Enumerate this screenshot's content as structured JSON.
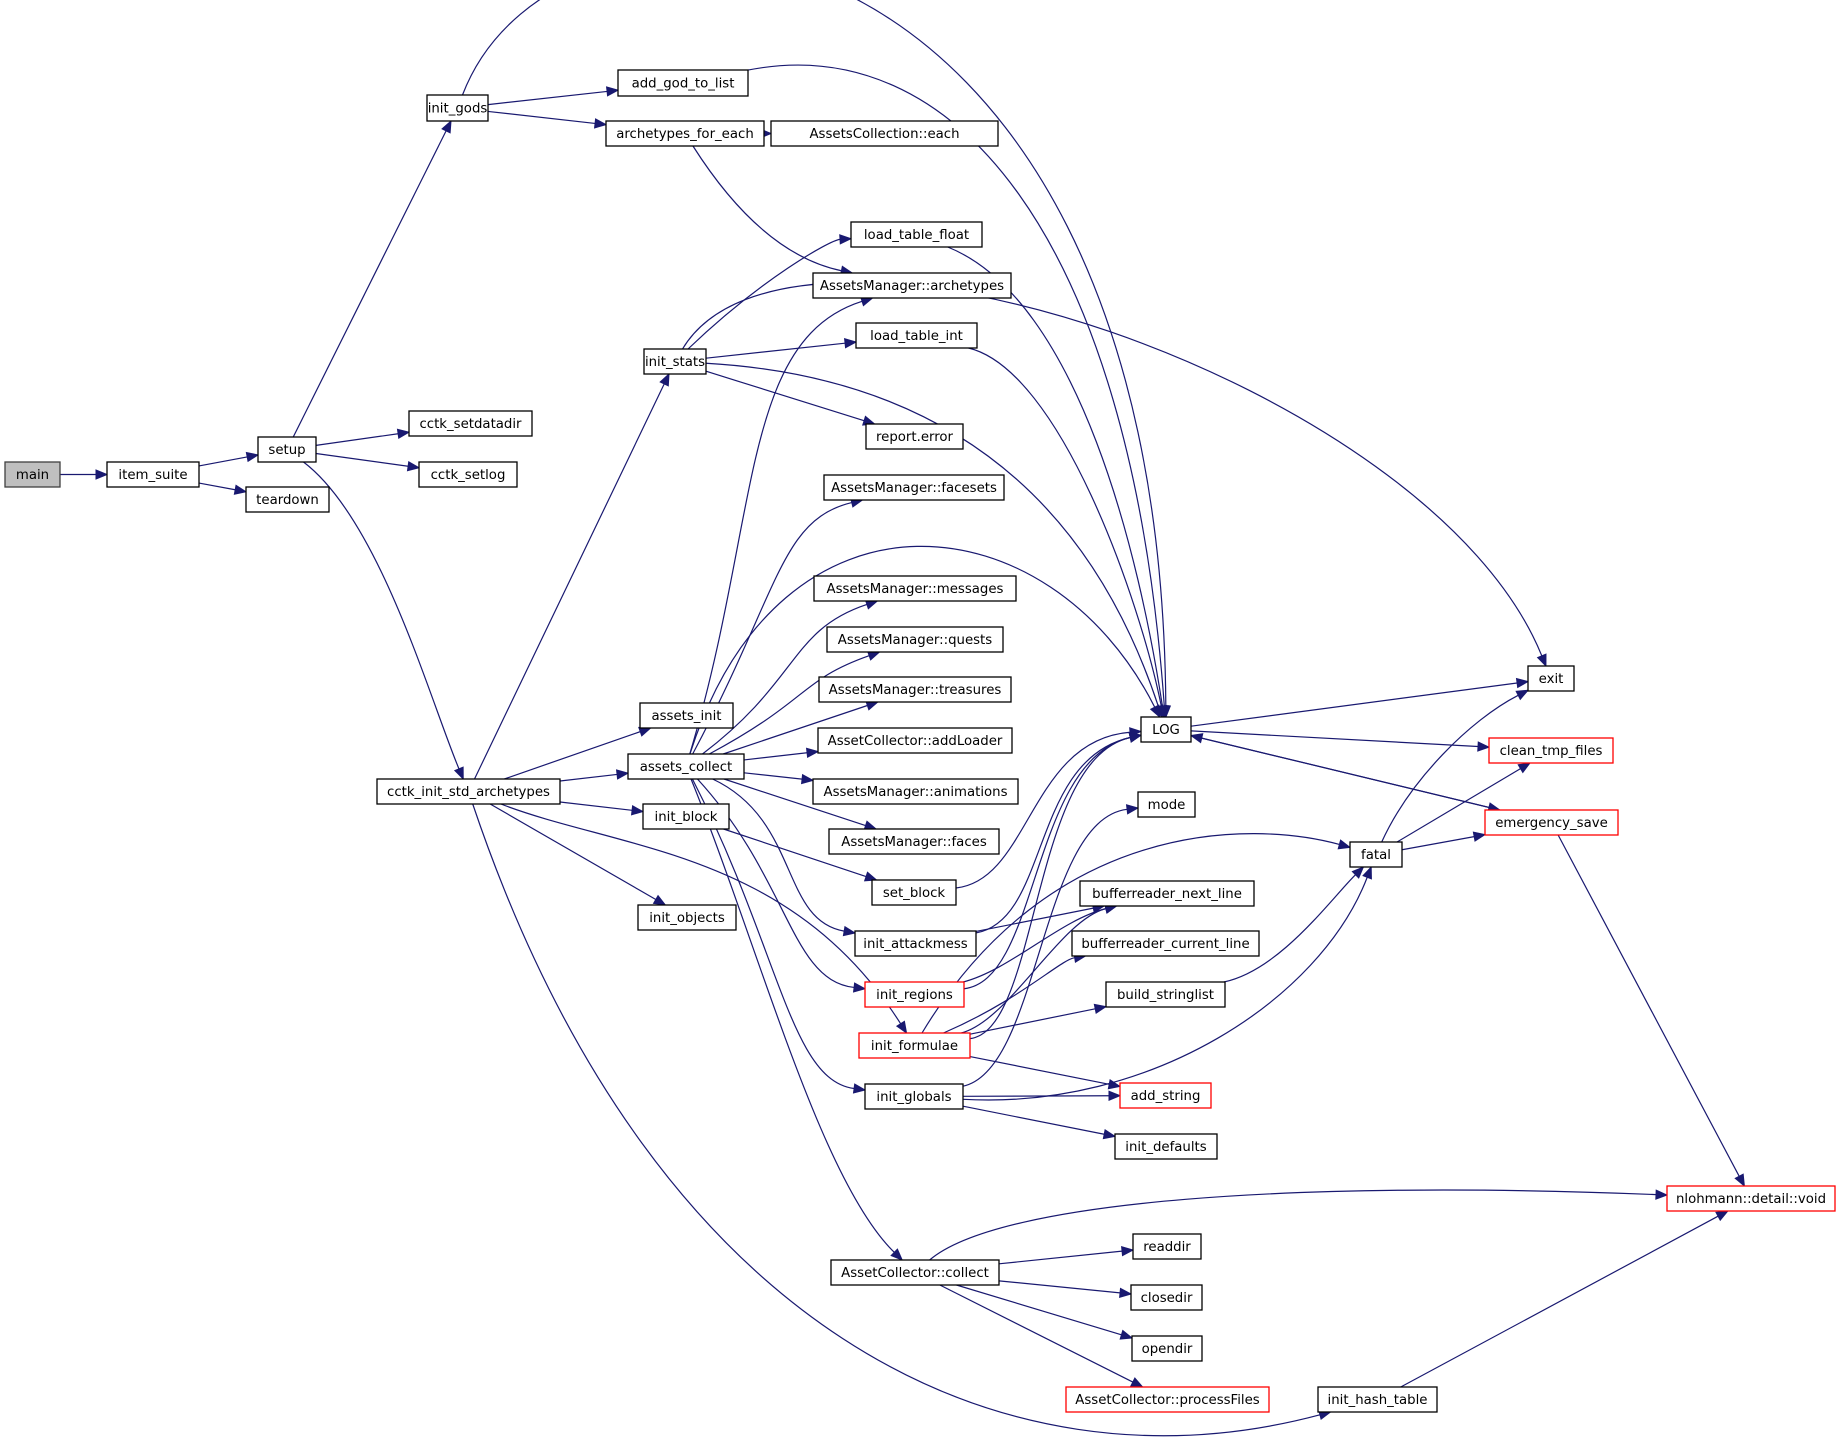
{
  "graph": {
    "title": "Call graph of main",
    "edge_color": "#191970",
    "highlight_color": "#ff0000",
    "root_fill": "#bfbfbf",
    "nodes": [
      {
        "id": "main",
        "label": "main",
        "style": "root"
      },
      {
        "id": "item_suite",
        "label": "item_suite",
        "style": "normal"
      },
      {
        "id": "setup",
        "label": "setup",
        "style": "normal"
      },
      {
        "id": "teardown",
        "label": "teardown",
        "style": "normal"
      },
      {
        "id": "init_gods",
        "label": "init_gods",
        "style": "normal"
      },
      {
        "id": "cctk_setdatadir",
        "label": "cctk_setdatadir",
        "style": "normal"
      },
      {
        "id": "cctk_setlog",
        "label": "cctk_setlog",
        "style": "normal"
      },
      {
        "id": "cctk_init_std_archetypes",
        "label": "cctk_init_std_archetypes",
        "style": "normal"
      },
      {
        "id": "add_god_to_list",
        "label": "add_god_to_list",
        "style": "normal"
      },
      {
        "id": "archetypes_for_each",
        "label": "archetypes_for_each",
        "style": "normal"
      },
      {
        "id": "AssetsCollection_each",
        "label": "AssetsCollection::each",
        "style": "normal"
      },
      {
        "id": "init_stats",
        "label": "init_stats",
        "style": "normal"
      },
      {
        "id": "load_table_float",
        "label": "load_table_float",
        "style": "normal"
      },
      {
        "id": "AssetsManager_archetypes",
        "label": "AssetsManager::archetypes",
        "style": "normal"
      },
      {
        "id": "load_table_int",
        "label": "load_table_int",
        "style": "normal"
      },
      {
        "id": "report_error",
        "label": "report.error",
        "style": "normal"
      },
      {
        "id": "AssetsManager_facesets",
        "label": "AssetsManager::facesets",
        "style": "normal"
      },
      {
        "id": "AssetsManager_messages",
        "label": "AssetsManager::messages",
        "style": "normal"
      },
      {
        "id": "AssetsManager_quests",
        "label": "AssetsManager::quests",
        "style": "normal"
      },
      {
        "id": "AssetsManager_treasures",
        "label": "AssetsManager::treasures",
        "style": "normal"
      },
      {
        "id": "AssetCollector_addLoader",
        "label": "AssetCollector::addLoader",
        "style": "normal"
      },
      {
        "id": "AssetsManager_animations",
        "label": "AssetsManager::animations",
        "style": "normal"
      },
      {
        "id": "AssetsManager_faces",
        "label": "AssetsManager::faces",
        "style": "normal"
      },
      {
        "id": "assets_init",
        "label": "assets_init",
        "style": "normal"
      },
      {
        "id": "assets_collect",
        "label": "assets_collect",
        "style": "normal"
      },
      {
        "id": "init_block",
        "label": "init_block",
        "style": "normal"
      },
      {
        "id": "init_objects",
        "label": "init_objects",
        "style": "normal"
      },
      {
        "id": "set_block",
        "label": "set_block",
        "style": "normal"
      },
      {
        "id": "init_attackmess",
        "label": "init_attackmess",
        "style": "normal"
      },
      {
        "id": "init_regions",
        "label": "init_regions",
        "style": "red"
      },
      {
        "id": "init_formulae",
        "label": "init_formulae",
        "style": "red"
      },
      {
        "id": "init_globals",
        "label": "init_globals",
        "style": "normal"
      },
      {
        "id": "LOG",
        "label": "LOG",
        "style": "normal"
      },
      {
        "id": "mode",
        "label": "mode",
        "style": "normal"
      },
      {
        "id": "bufferreader_next_line",
        "label": "bufferreader_next_line",
        "style": "normal"
      },
      {
        "id": "bufferreader_current_line",
        "label": "bufferreader_current_line",
        "style": "normal"
      },
      {
        "id": "build_stringlist",
        "label": "build_stringlist",
        "style": "normal"
      },
      {
        "id": "add_string",
        "label": "add_string",
        "style": "red"
      },
      {
        "id": "init_defaults",
        "label": "init_defaults",
        "style": "normal"
      },
      {
        "id": "fatal",
        "label": "fatal",
        "style": "normal"
      },
      {
        "id": "exit",
        "label": "exit",
        "style": "normal"
      },
      {
        "id": "clean_tmp_files",
        "label": "clean_tmp_files",
        "style": "red"
      },
      {
        "id": "emergency_save",
        "label": "emergency_save",
        "style": "red"
      },
      {
        "id": "nlohmann_detail_void",
        "label": "nlohmann::detail::void",
        "style": "red"
      },
      {
        "id": "AssetCollector_collect",
        "label": "AssetCollector::collect",
        "style": "normal"
      },
      {
        "id": "readdir",
        "label": "readdir",
        "style": "normal"
      },
      {
        "id": "closedir",
        "label": "closedir",
        "style": "normal"
      },
      {
        "id": "opendir",
        "label": "opendir",
        "style": "normal"
      },
      {
        "id": "AssetCollector_processFiles",
        "label": "AssetCollector::processFiles",
        "style": "red"
      },
      {
        "id": "init_hash_table",
        "label": "init_hash_table",
        "style": "normal"
      }
    ],
    "edges": [
      [
        "main",
        "item_suite"
      ],
      [
        "item_suite",
        "setup"
      ],
      [
        "item_suite",
        "teardown"
      ],
      [
        "setup",
        "init_gods"
      ],
      [
        "setup",
        "cctk_setdatadir"
      ],
      [
        "setup",
        "cctk_setlog"
      ],
      [
        "setup",
        "cctk_init_std_archetypes"
      ],
      [
        "init_gods",
        "add_god_to_list"
      ],
      [
        "init_gods",
        "archetypes_for_each"
      ],
      [
        "init_gods",
        "LOG"
      ],
      [
        "add_god_to_list",
        "LOG"
      ],
      [
        "archetypes_for_each",
        "AssetsCollection_each"
      ],
      [
        "archetypes_for_each",
        "AssetsManager_archetypes"
      ],
      [
        "cctk_init_std_archetypes",
        "init_stats"
      ],
      [
        "cctk_init_std_archetypes",
        "assets_init"
      ],
      [
        "cctk_init_std_archetypes",
        "assets_collect"
      ],
      [
        "cctk_init_std_archetypes",
        "init_block"
      ],
      [
        "cctk_init_std_archetypes",
        "init_objects"
      ],
      [
        "cctk_init_std_archetypes",
        "init_formulae"
      ],
      [
        "cctk_init_std_archetypes",
        "init_hash_table"
      ],
      [
        "init_stats",
        "load_table_float"
      ],
      [
        "init_stats",
        "load_table_int"
      ],
      [
        "init_stats",
        "report_error"
      ],
      [
        "init_stats",
        "LOG"
      ],
      [
        "init_stats",
        "exit"
      ],
      [
        "load_table_float",
        "LOG"
      ],
      [
        "load_table_int",
        "LOG"
      ],
      [
        "assets_collect",
        "AssetsManager_archetypes"
      ],
      [
        "assets_collect",
        "AssetsManager_facesets"
      ],
      [
        "assets_collect",
        "AssetsManager_messages"
      ],
      [
        "assets_collect",
        "AssetsManager_quests"
      ],
      [
        "assets_collect",
        "AssetsManager_treasures"
      ],
      [
        "assets_collect",
        "AssetCollector_addLoader"
      ],
      [
        "assets_collect",
        "AssetsManager_animations"
      ],
      [
        "assets_collect",
        "AssetsManager_faces"
      ],
      [
        "assets_collect",
        "LOG"
      ],
      [
        "assets_collect",
        "init_attackmess"
      ],
      [
        "assets_collect",
        "init_regions"
      ],
      [
        "assets_collect",
        "init_globals"
      ],
      [
        "assets_collect",
        "AssetCollector_collect"
      ],
      [
        "init_block",
        "set_block"
      ],
      [
        "set_block",
        "LOG"
      ],
      [
        "init_attackmess",
        "LOG"
      ],
      [
        "init_attackmess",
        "bufferreader_next_line"
      ],
      [
        "init_regions",
        "LOG"
      ],
      [
        "init_regions",
        "bufferreader_next_line"
      ],
      [
        "init_formulae",
        "LOG"
      ],
      [
        "init_formulae",
        "bufferreader_next_line"
      ],
      [
        "init_formulae",
        "bufferreader_current_line"
      ],
      [
        "init_formulae",
        "build_stringlist"
      ],
      [
        "init_formulae",
        "fatal"
      ],
      [
        "init_formulae",
        "add_string"
      ],
      [
        "init_globals",
        "mode"
      ],
      [
        "init_globals",
        "add_string"
      ],
      [
        "init_globals",
        "init_defaults"
      ],
      [
        "init_globals",
        "fatal"
      ],
      [
        "build_stringlist",
        "fatal"
      ],
      [
        "fatal",
        "exit"
      ],
      [
        "fatal",
        "clean_tmp_files"
      ],
      [
        "fatal",
        "emergency_save"
      ],
      [
        "LOG",
        "exit"
      ],
      [
        "LOG",
        "clean_tmp_files"
      ],
      [
        "LOG",
        "emergency_save"
      ],
      [
        "emergency_save",
        "LOG"
      ],
      [
        "emergency_save",
        "nlohmann_detail_void"
      ],
      [
        "AssetCollector_collect",
        "nlohmann_detail_void"
      ],
      [
        "AssetCollector_collect",
        "readdir"
      ],
      [
        "AssetCollector_collect",
        "closedir"
      ],
      [
        "AssetCollector_collect",
        "opendir"
      ],
      [
        "AssetCollector_collect",
        "AssetCollector_processFiles"
      ],
      [
        "init_hash_table",
        "nlohmann_detail_void"
      ]
    ]
  }
}
